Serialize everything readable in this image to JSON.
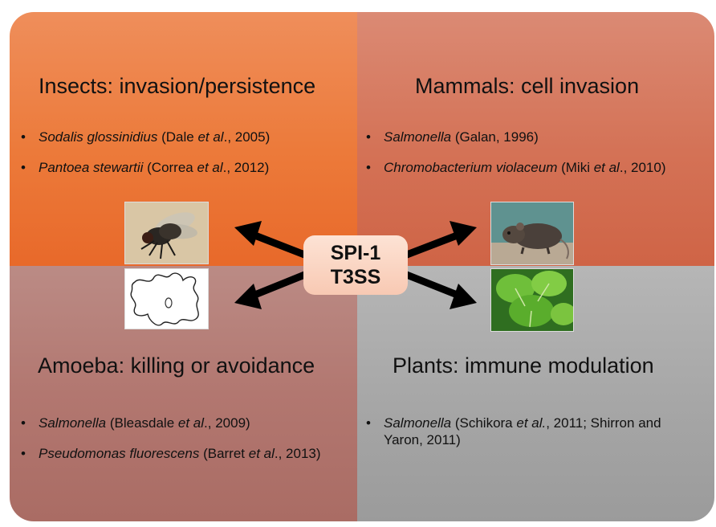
{
  "center": {
    "line1": "SPI-1",
    "line2": "T3SS"
  },
  "quadrants": {
    "insects": {
      "title": "Insects: invasion/persistence",
      "refs": [
        {
          "species": "Sodalis glossinidius",
          "pre": " (Dale ",
          "etal": "et al",
          "post": "., 2005)"
        },
        {
          "species": "Pantoea stewartii",
          "pre": " (Correa ",
          "etal": "et al",
          "post": "., 2012)"
        }
      ],
      "icon": "fly-photo"
    },
    "mammals": {
      "title": "Mammals: cell invasion",
      "refs": [
        {
          "species": "Salmonella",
          "pre": " (Galan, 1996)",
          "etal": "",
          "post": ""
        },
        {
          "species": "Chromobacterium violaceum",
          "pre": " (Miki ",
          "etal": "et al",
          "post": "., 2010)"
        }
      ],
      "icon": "mouse-photo"
    },
    "amoeba": {
      "title": "Amoeba: killing or avoidance",
      "refs": [
        {
          "species": "Salmonella",
          "pre": " (Bleasdale ",
          "etal": "et al",
          "post": "., 2009)"
        },
        {
          "species": "Pseudomonas fluorescens",
          "pre": " (Barret ",
          "etal": "et al",
          "post": "., 2013)"
        }
      ],
      "icon": "amoeba-drawing"
    },
    "plants": {
      "title": "Plants: immune modulation",
      "refs": [
        {
          "species": "Salmonella",
          "pre": " (Schikora ",
          "etal": "et al.",
          "post": ", 2011; Shirron and Yaron, 2011)"
        }
      ],
      "icon": "leaves-photo"
    }
  },
  "colors": {
    "insects": "#ec7a3a",
    "mammals": "#d47256",
    "amoeba": "#b27770",
    "plants": "#a6a6a6",
    "arrow": "#000000"
  }
}
